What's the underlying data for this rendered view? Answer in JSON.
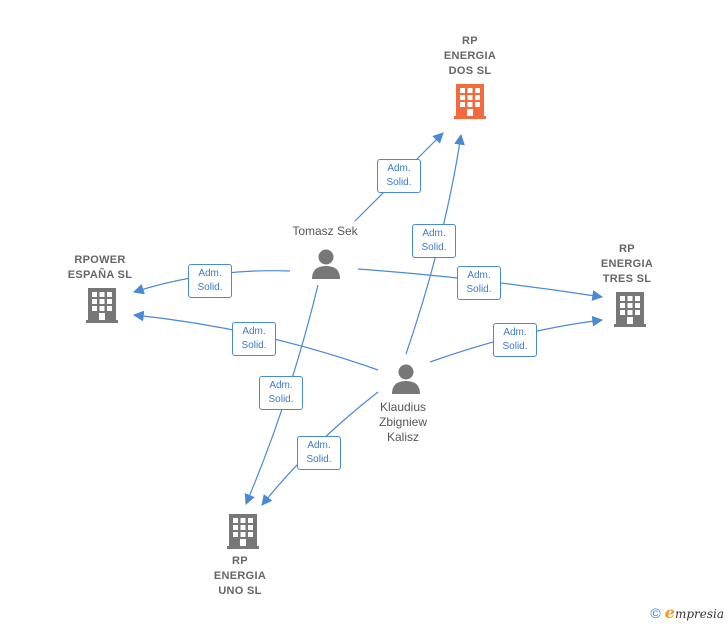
{
  "nodes": {
    "rp_energia_dos": {
      "lines": [
        "RP",
        "ENERGIA",
        "DOS  SL"
      ],
      "color": "#f26a3d"
    },
    "rpower_espana": {
      "lines": [
        "RPOWER",
        "ESPAÑA  SL"
      ],
      "color": "#777777"
    },
    "rp_energia_tres": {
      "lines": [
        "RP",
        "ENERGIA",
        "TRES  SL"
      ],
      "color": "#777777"
    },
    "rp_energia_uno": {
      "lines": [
        "RP",
        "ENERGIA",
        "UNO  SL"
      ],
      "color": "#777777"
    },
    "tomasz_sek": {
      "lines": [
        "Tomasz Sek"
      ]
    },
    "klaudius": {
      "lines": [
        "Klaudius",
        "Zbigniew",
        "Kalisz"
      ]
    }
  },
  "edge_label": {
    "line1": "Adm.",
    "line2": "Solid."
  },
  "edges": [
    {
      "from": "tomasz_sek",
      "to": "rp_energia_dos",
      "label": [
        "Adm.",
        "Solid."
      ]
    },
    {
      "from": "tomasz_sek",
      "to": "rpower_espana",
      "label": [
        "Adm.",
        "Solid."
      ]
    },
    {
      "from": "tomasz_sek",
      "to": "rp_energia_tres",
      "label": [
        "Adm.",
        "Solid."
      ]
    },
    {
      "from": "tomasz_sek",
      "to": "rp_energia_uno",
      "label": [
        "Adm.",
        "Solid."
      ]
    },
    {
      "from": "klaudius",
      "to": "rp_energia_dos",
      "label": [
        "Adm.",
        "Solid."
      ]
    },
    {
      "from": "klaudius",
      "to": "rpower_espana",
      "label": [
        "Adm.",
        "Solid."
      ]
    },
    {
      "from": "klaudius",
      "to": "rp_energia_tres",
      "label": [
        "Adm.",
        "Solid."
      ]
    },
    {
      "from": "klaudius",
      "to": "rp_energia_uno",
      "label": [
        "Adm.",
        "Solid."
      ]
    }
  ],
  "colors": {
    "edge": "#4a89d6",
    "person": "#777777"
  },
  "footer": {
    "copyright": "©",
    "brand_first": "e",
    "brand_rest": "mpresia"
  }
}
